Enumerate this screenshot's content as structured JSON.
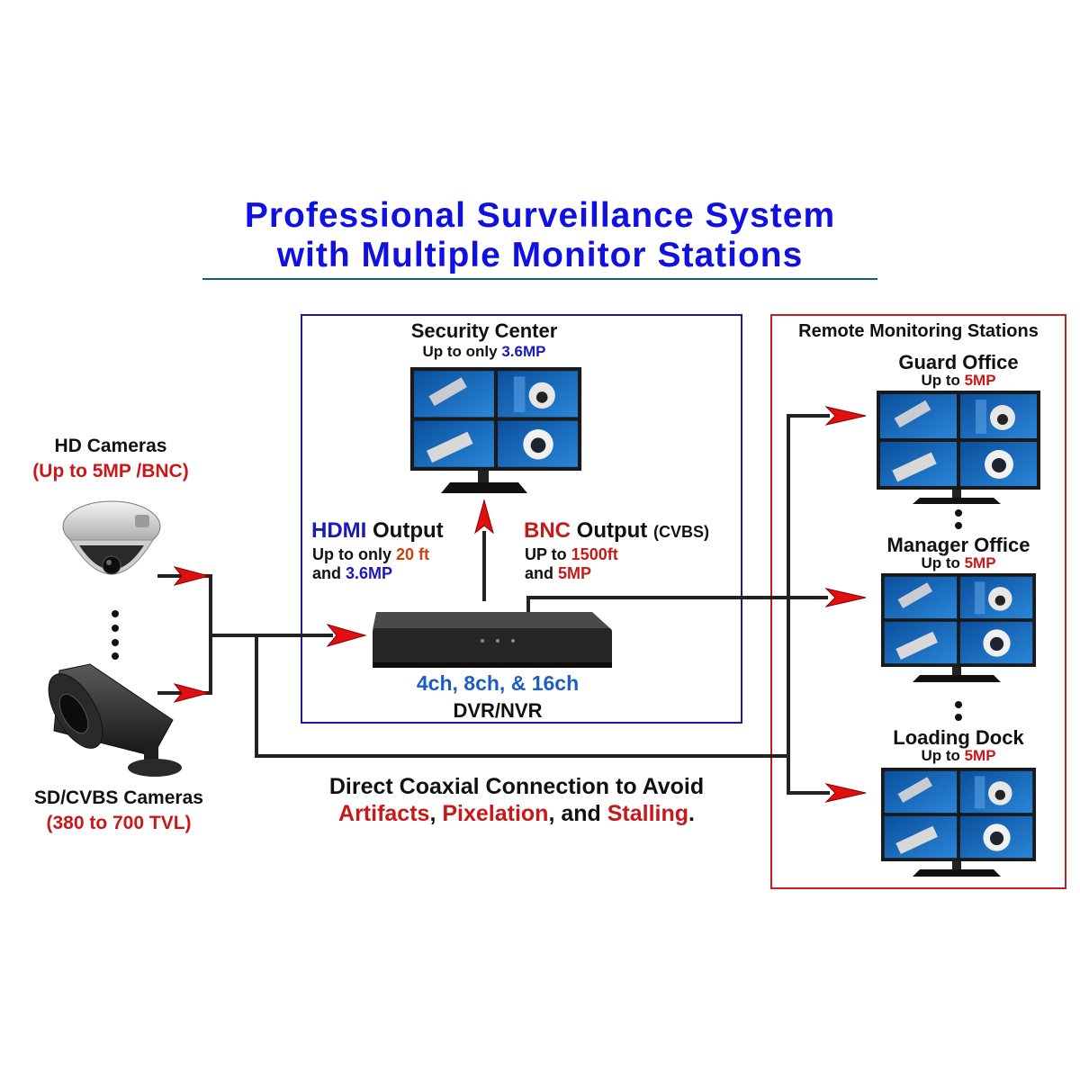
{
  "title": {
    "line1": "Professional Surveillance System",
    "line2": "with Multiple Monitor Stations"
  },
  "cameras": {
    "hd_title": "HD Cameras",
    "hd_spec": "(Up to 5MP /BNC)",
    "sd_title": "SD/CVBS Cameras",
    "sd_spec": "(380 to 700 TVL)"
  },
  "security_center": {
    "title": "Security Center",
    "spec_prefix": "Up to only ",
    "spec_value": "3.6MP"
  },
  "hdmi": {
    "name": "HDMI",
    "suffix": " Output",
    "line2_prefix": "Up to only ",
    "line2_value": "20 ft",
    "line3_prefix": "and ",
    "line3_value": "3.6MP"
  },
  "bnc": {
    "name": "BNC",
    "suffix": " Output ",
    "suffix_small": "(CVBS)",
    "line2_prefix": "UP to ",
    "line2_value": "1500ft",
    "line3_prefix": "and ",
    "line3_value": "5MP"
  },
  "dvr": {
    "channels": "4ch, 8ch, & 16ch",
    "name": "DVR/NVR"
  },
  "remote": {
    "header": "Remote  Monitoring Stations",
    "stations": [
      {
        "name": "Guard Office",
        "spec_prefix": "Up to ",
        "spec_value": "5MP"
      },
      {
        "name": "Manager Office",
        "spec_prefix": "Up to ",
        "spec_value": "5MP"
      },
      {
        "name": "Loading Dock",
        "spec_prefix": "Up to ",
        "spec_value": "5MP"
      }
    ]
  },
  "caption": {
    "line1": "Direct Coaxial Connection to Avoid",
    "word1": "Artifacts",
    "sep1": ", ",
    "word2": "Pixelation",
    "sep2": ", and ",
    "word3": "Stalling",
    "end": "."
  },
  "colors": {
    "title_blue": "#1010e0",
    "accent_red": "#c81818",
    "box_blue": "#1a1a9a",
    "box_red": "#c02020",
    "arrow_red": "#e01010"
  }
}
